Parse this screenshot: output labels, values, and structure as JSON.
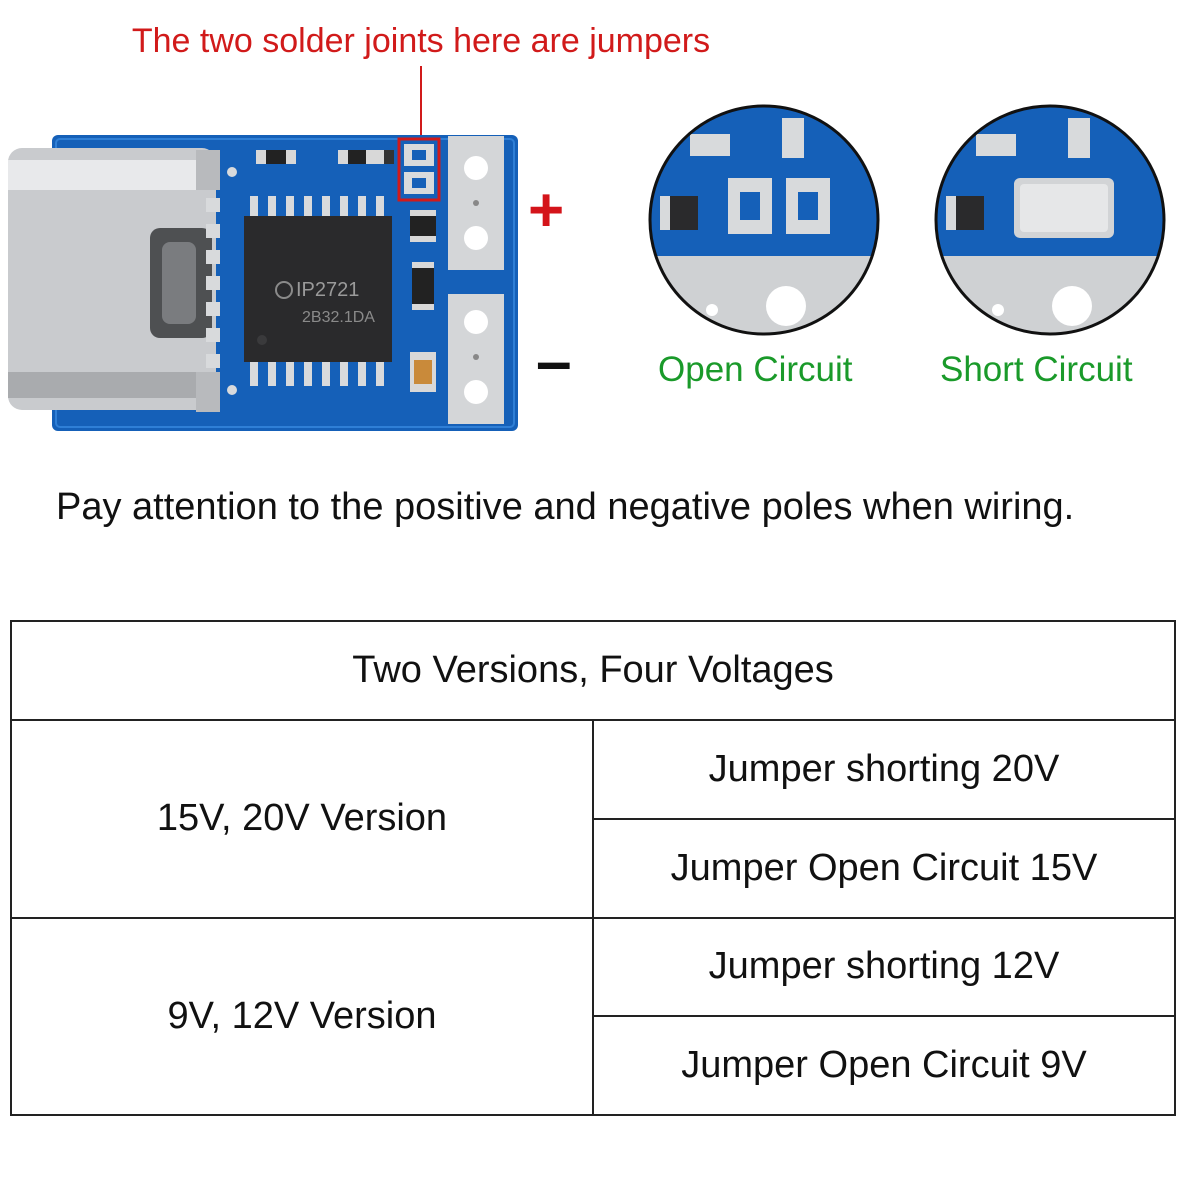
{
  "callout": {
    "text": "The two solder joints here are jumpers"
  },
  "board": {
    "chip_line1": "IP2721",
    "chip_line2": "2B32.1DA"
  },
  "signs": {
    "positive": "+",
    "negative": "–"
  },
  "zoom_labels": {
    "open": "Open Circuit",
    "short": "Short Circuit"
  },
  "note": "Pay attention to the positive and negative poles when wiring.",
  "table": {
    "title": "Two Versions, Four Voltages",
    "groups": [
      {
        "version": "15V, 20V Version",
        "options": [
          "Jumper shorting 20V",
          "Jumper Open Circuit 15V"
        ]
      },
      {
        "version": "9V, 12V Version",
        "options": [
          "Jumper shorting 12V",
          "Jumper Open Circuit 9V"
        ]
      }
    ]
  },
  "colors": {
    "callout": "#d11a1a",
    "positive": "#d4141a",
    "green_label": "#1a9a2a",
    "pcb": "#1560b8"
  }
}
